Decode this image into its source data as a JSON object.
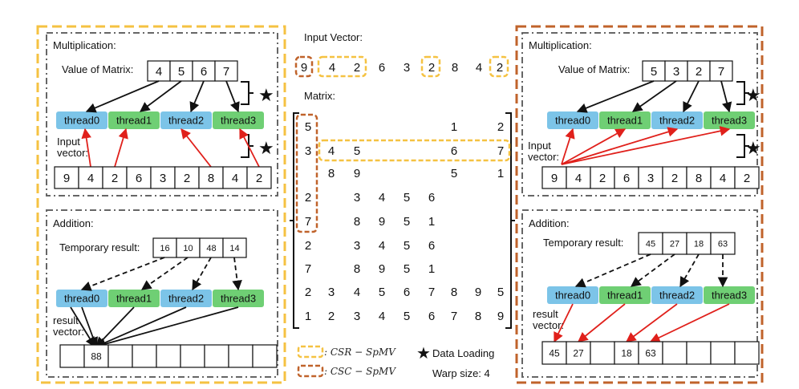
{
  "colors": {
    "csr": "#f5c242",
    "csc": "#c0632b",
    "thread_even": "#7cc4e8",
    "thread_odd": "#6fcf74",
    "red_arrow": "#e0201b",
    "panel_border": "#666666"
  },
  "center": {
    "input_vector_title": "Input Vector:",
    "input_vector": [
      "9",
      "4",
      "2",
      "6",
      "3",
      "2",
      "8",
      "4",
      "2"
    ],
    "matrix_title": "Matrix:",
    "matrix": [
      [
        "5",
        "",
        "",
        "",
        "",
        "",
        "1",
        "",
        "2"
      ],
      [
        "3",
        "4",
        "5",
        "",
        "",
        "",
        "6",
        "",
        "7"
      ],
      [
        "",
        "8",
        "9",
        "",
        "",
        "",
        "5",
        "",
        "1"
      ],
      [
        "2",
        "",
        "3",
        "4",
        "5",
        "6",
        "",
        "",
        ""
      ],
      [
        "7",
        "",
        "8",
        "9",
        "5",
        "1",
        "",
        "",
        ""
      ],
      [
        "2",
        "",
        "3",
        "4",
        "5",
        "6",
        "",
        "",
        ""
      ],
      [
        "7",
        "",
        "8",
        "9",
        "5",
        "1",
        "",
        "",
        ""
      ],
      [
        "2",
        "3",
        "4",
        "5",
        "6",
        "7",
        "8",
        "9",
        "5"
      ],
      [
        "1",
        "2",
        "3",
        "4",
        "5",
        "6",
        "7",
        "8",
        "9"
      ]
    ],
    "legend": {
      "csr": ": CSR − SpMV",
      "csc": ": CSC − SpMV",
      "data_loading": "Data Loading",
      "warp_size": "Warp size: 4"
    }
  },
  "left": {
    "mult_title": "Multiplication:",
    "value_label": "Value of Matrix:",
    "values": [
      "4",
      "5",
      "6",
      "7"
    ],
    "threads": [
      "thread0",
      "thread1",
      "thread2",
      "thread3"
    ],
    "input_label_1": "Input",
    "input_label_2": "vector:",
    "input_vector": [
      "9",
      "4",
      "2",
      "6",
      "3",
      "2",
      "8",
      "4",
      "2"
    ],
    "add_title": "Addition:",
    "temp_label": "Temporary result:",
    "temp_values": [
      "16",
      "10",
      "48",
      "14"
    ],
    "add_threads": [
      "thread0",
      "thread1",
      "thread2",
      "thread3"
    ],
    "result_label_1": "result",
    "result_label_2": "vector:",
    "result": [
      "",
      "88",
      "",
      "",
      "",
      "",
      "",
      "",
      ""
    ]
  },
  "right": {
    "mult_title": "Multiplication:",
    "value_label": "Value of Matrix:",
    "values": [
      "5",
      "3",
      "2",
      "7"
    ],
    "threads": [
      "thread0",
      "thread1",
      "thread2",
      "thread3"
    ],
    "input_label_1": "Input",
    "input_label_2": "vector:",
    "input_vector": [
      "9",
      "4",
      "2",
      "6",
      "3",
      "2",
      "8",
      "4",
      "2"
    ],
    "add_title": "Addition:",
    "temp_label": "Temporary result:",
    "temp_values": [
      "45",
      "27",
      "18",
      "63"
    ],
    "add_threads": [
      "thread0",
      "thread1",
      "thread2",
      "thread3"
    ],
    "result_label_1": "result",
    "result_label_2": "vector:",
    "result": [
      "45",
      "27",
      "",
      "18",
      "63",
      "",
      "",
      "",
      ""
    ]
  }
}
